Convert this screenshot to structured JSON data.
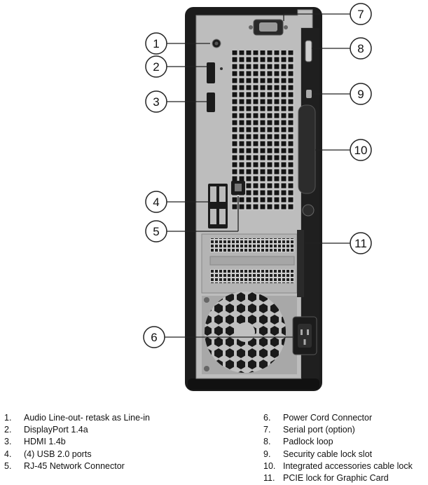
{
  "callouts": [
    {
      "number": "1",
      "label": "Audio Line-out- retask as Line-in"
    },
    {
      "number": "2",
      "label": "DisplayPort 1.4a"
    },
    {
      "number": "3",
      "label": "HDMI 1.4b"
    },
    {
      "number": "4",
      "label": "(4) USB 2.0 ports"
    },
    {
      "number": "5",
      "label": "RJ-45 Network Connector"
    },
    {
      "number": "6",
      "label": "Power Cord Connector"
    },
    {
      "number": "7",
      "label": "Serial port (option)"
    },
    {
      "number": "8",
      "label": "Padlock loop"
    },
    {
      "number": "9",
      "label": "Security cable lock slot"
    },
    {
      "number": "10",
      "label": "Integrated accessories cable lock"
    },
    {
      "number": "11",
      "label": "PCIE lock for Graphic Card"
    }
  ],
  "legend_numbers": [
    "1.",
    "2.",
    "3.",
    "4.",
    "5.",
    "6.",
    "7.",
    "8.",
    "9.",
    "10.",
    "11."
  ],
  "colors": {
    "chassis": "#1c1c1c",
    "panel": "#bdbdbd",
    "callout_stroke": "#222222"
  }
}
